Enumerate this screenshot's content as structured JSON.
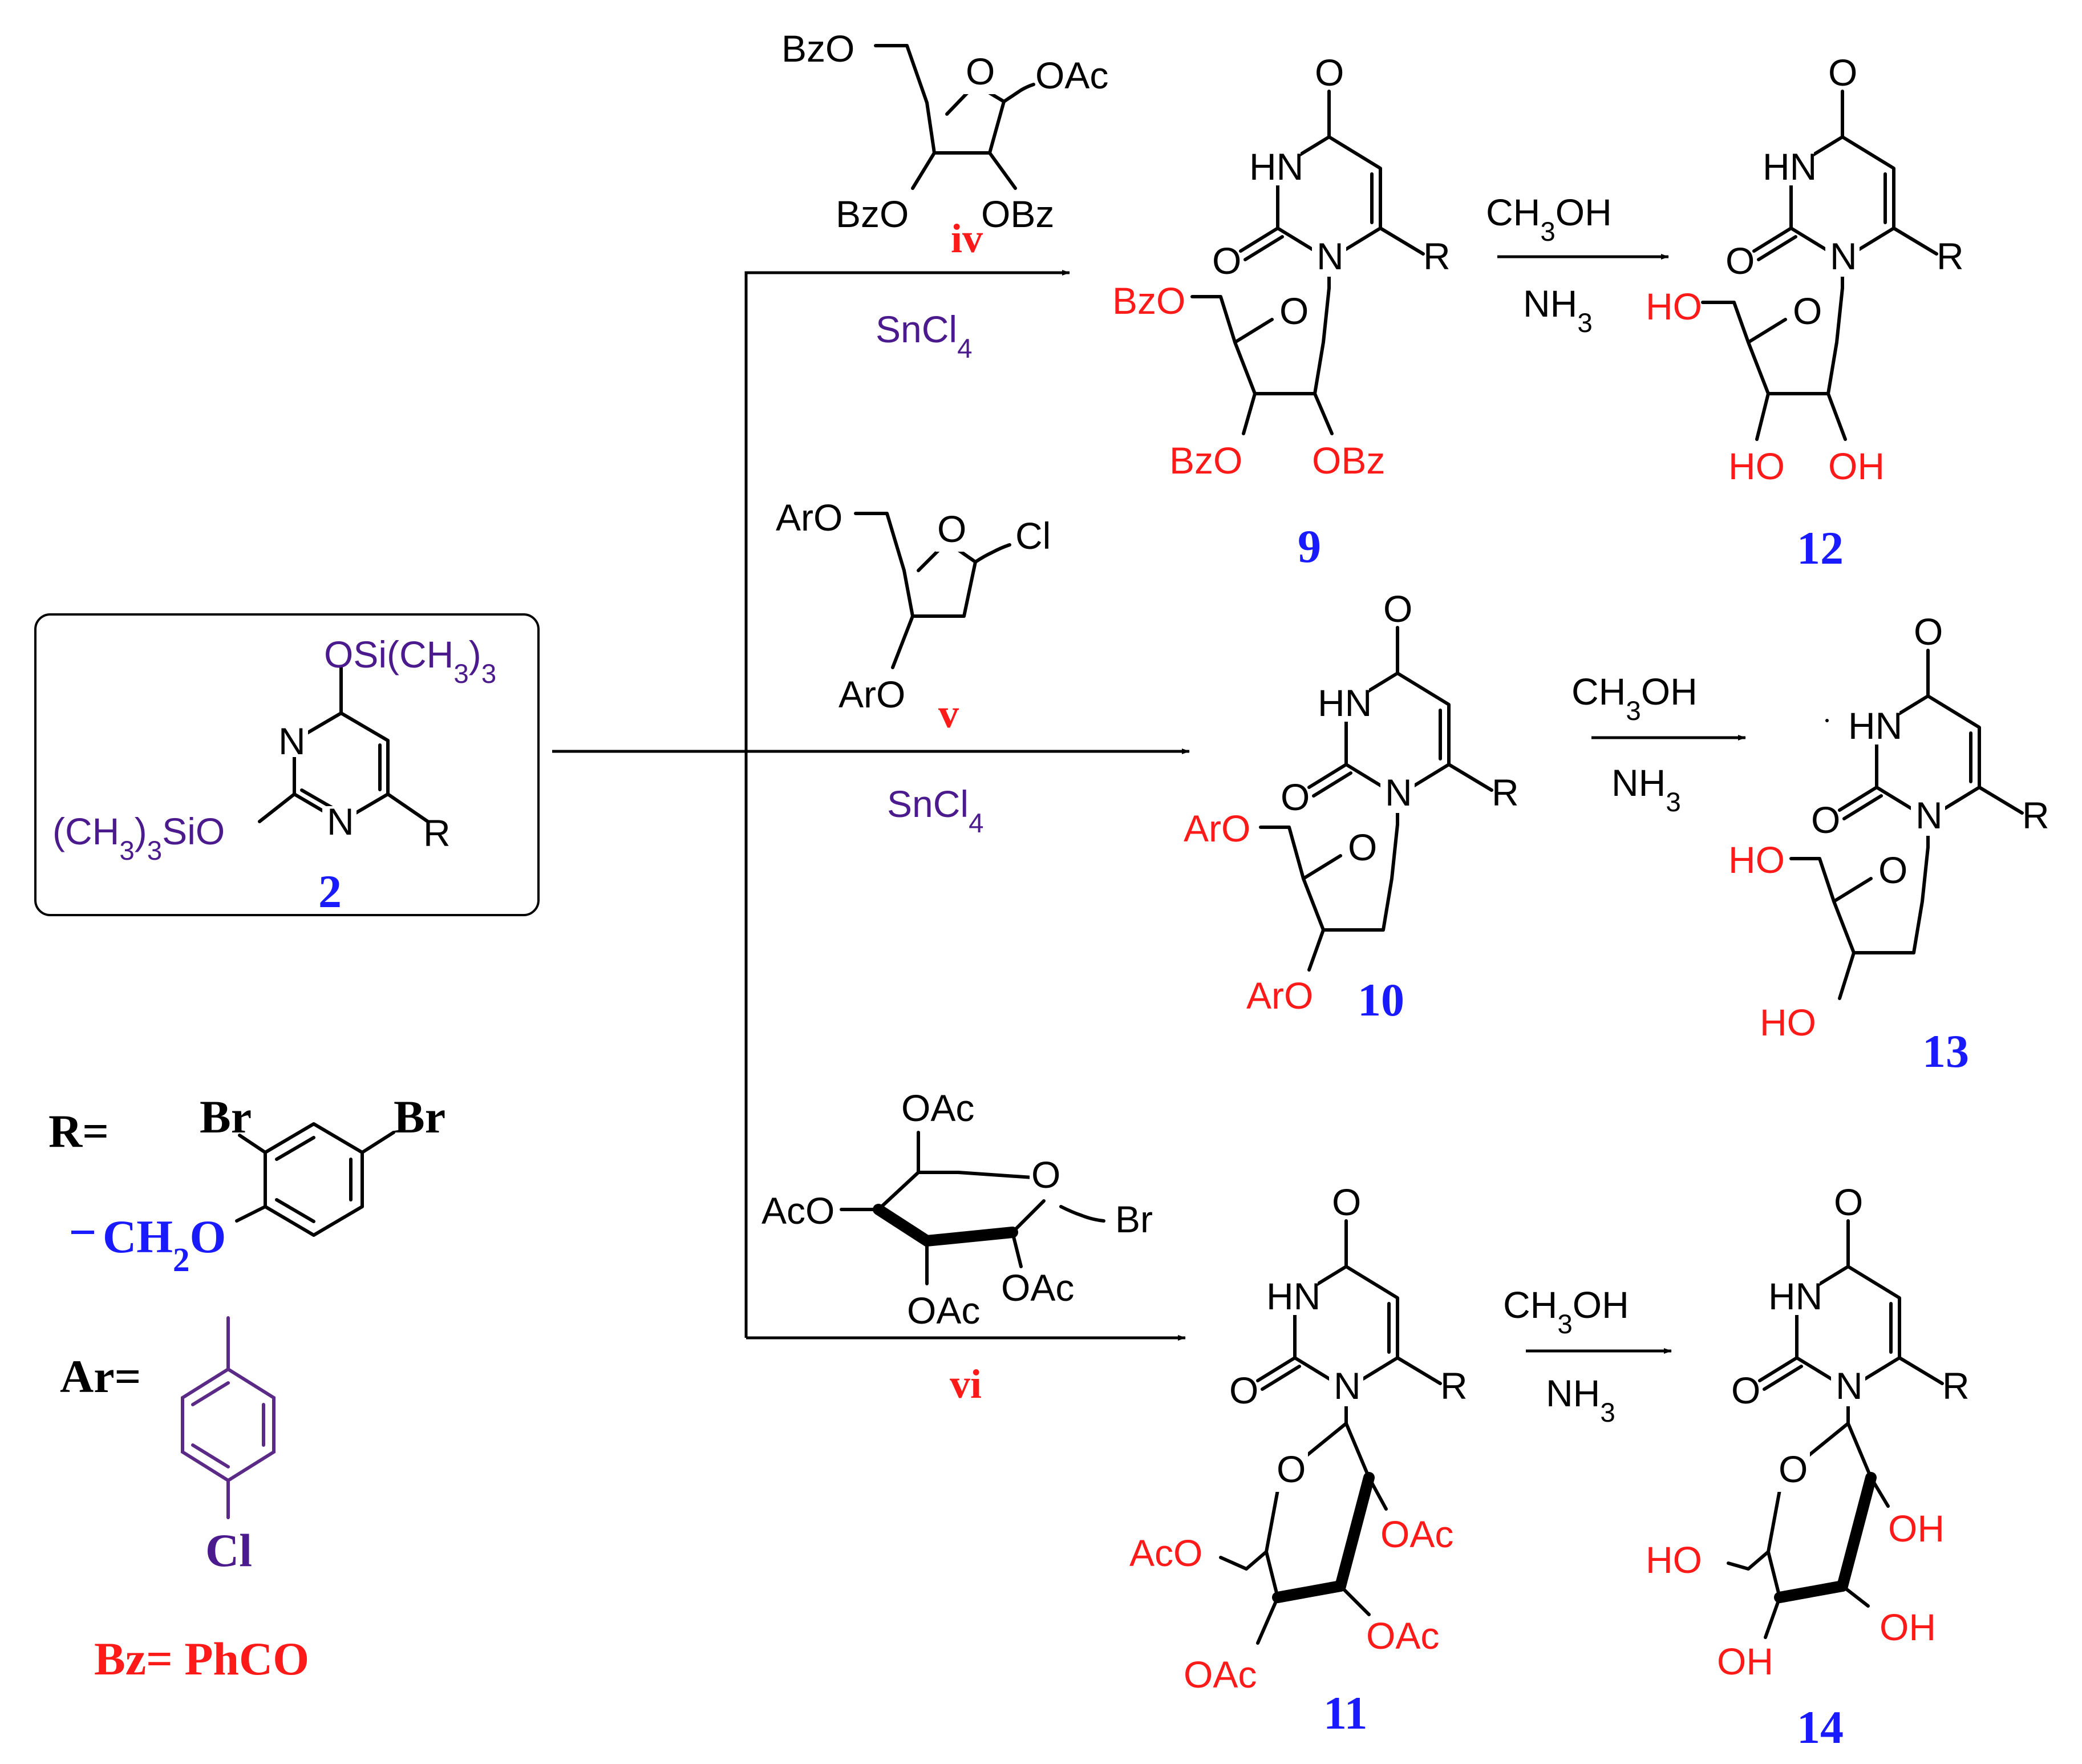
{
  "colors": {
    "black": "#000000",
    "red": "#ff1a1a",
    "blue": "#1a1aff",
    "purple": "#4b1a8c"
  },
  "start": {
    "label": "2",
    "osi_top": "OSi(CH3)3",
    "osi_left": "(CH3)3SiO",
    "n_top": "N",
    "n_bottom": "N",
    "r": "R"
  },
  "sugars": {
    "iv": {
      "tag": "iv",
      "top": "BzO",
      "anomeric": "OAc",
      "o_ring": "O",
      "bottom_left": "BzO",
      "bottom_right": "OBz"
    },
    "v": {
      "tag": "v",
      "top": "ArO",
      "anomeric": "Cl",
      "o_ring": "O",
      "bottom": "ArO"
    },
    "vi": {
      "tag": "vi",
      "top": "OAc",
      "left": "AcO",
      "anomeric": "Br",
      "o_ring": "O",
      "bottom_left": "OAc",
      "bottom_right": "OAc"
    }
  },
  "reagents": {
    "lewis_acid_1": "SnCl4",
    "lewis_acid_2": "SnCl4",
    "deprotect_1": {
      "top": "CH3OH",
      "bottom": "NH3"
    },
    "deprotect_2": {
      "top": "CH3OH",
      "bottom": "NH3"
    },
    "deprotect_3": {
      "top": "CH3OH",
      "bottom": "NH3"
    }
  },
  "uracil": {
    "carbonyl_o": "O",
    "nh": "HN",
    "n1": "N",
    "c2_o": "O",
    "r": "R"
  },
  "products": {
    "p9": {
      "label": "9",
      "o5": "BzO",
      "o3": "BzO",
      "o2": "OBz",
      "o_ring": "O"
    },
    "p10": {
      "label": "10",
      "o5": "ArO",
      "o3": "ArO",
      "o_ring": "O"
    },
    "p11": {
      "label": "11",
      "o6": "AcO",
      "o2": "OAc",
      "o3": "OAc",
      "o4": "OAc",
      "o_ring": "O"
    },
    "p12": {
      "label": "12",
      "o5": "HO",
      "o3": "HO",
      "o2": "OH",
      "o_ring": "O"
    },
    "p13": {
      "label": "13",
      "o5": "HO",
      "o3": "HO",
      "o_ring": "O"
    },
    "p14": {
      "label": "14",
      "o6": "HO",
      "o2": "OH",
      "o3": "OH",
      "o4": "OH",
      "o_ring": "O"
    }
  },
  "legend": {
    "r_label": "R=",
    "r_br1": "Br",
    "r_br2": "Br",
    "r_linker": "CH2O",
    "ar_label": "Ar=",
    "ar_cl": "Cl",
    "bz_def": "Bz= PhCO"
  }
}
